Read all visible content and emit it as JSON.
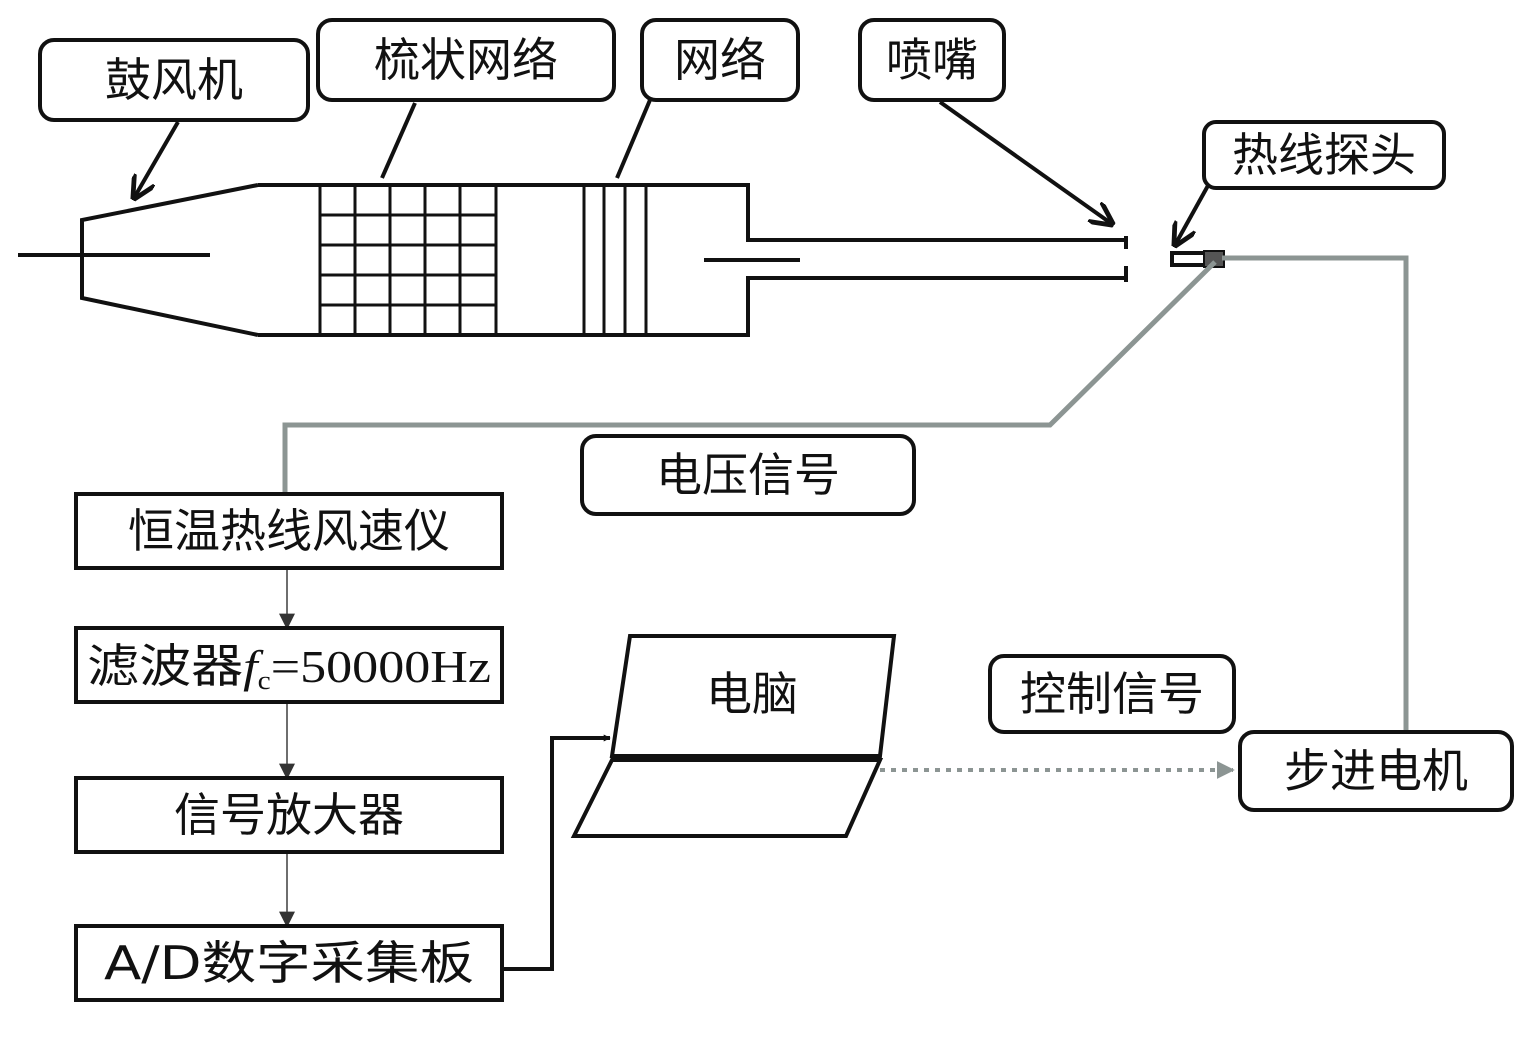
{
  "labels": {
    "blower": "鼓风机",
    "comb_mesh": "梳状网络",
    "mesh": "网络",
    "nozzle": "喷嘴",
    "hotwire_probe": "热线探头",
    "voltage_signal": "电压信号",
    "anemometer": "恒温热线风速仪",
    "filter_prefix": "滤波器",
    "filter_symbol": "f",
    "filter_subscript": "c",
    "filter_suffix": "=50000Hz",
    "amplifier": "信号放大器",
    "ad_board": "A/D数字采集板",
    "computer": "电脑",
    "control_signal": "控制信号",
    "stepper_motor": "步进电机"
  },
  "colors": {
    "line": "#111111",
    "signal_wire": "#8c9593",
    "flow_line": "#6e6e6e"
  }
}
